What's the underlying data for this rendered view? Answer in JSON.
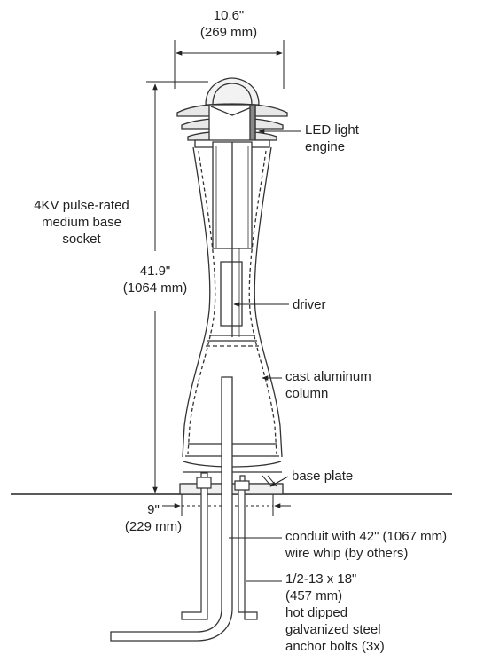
{
  "dimensions": {
    "width_in": "10.6\"",
    "width_mm": "(269 mm)",
    "height_in": "41.9\"",
    "height_mm": "(1064 mm)",
    "base_in": "9\"",
    "base_mm": "(229 mm)"
  },
  "callouts": {
    "led_engine": [
      "LED light",
      "engine"
    ],
    "socket": [
      "4KV pulse-rated",
      "medium base",
      "socket"
    ],
    "driver": [
      "driver"
    ],
    "column": [
      "cast aluminum",
      "column"
    ],
    "base_plate": [
      "base plate"
    ],
    "conduit": [
      "conduit with 42\" (1067 mm)",
      "wire whip (by others)"
    ],
    "anchor_bolts": [
      "1/2-13 x 18\"",
      "(457 mm)",
      "hot dipped",
      "galvanized steel",
      "anchor bolts (3x)"
    ]
  }
}
